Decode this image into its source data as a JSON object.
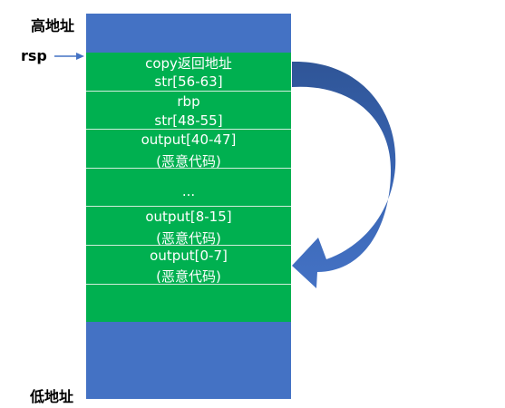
{
  "labels": {
    "high_address": "高地址",
    "low_address": "低地址",
    "rsp": "rsp"
  },
  "cells": {
    "return_copy": "copy返回地址",
    "str_56_63": "str[56-63]",
    "rbp": "rbp",
    "str_48_55": "str[48-55]",
    "output_40_47": "output[40-47]",
    "malicious_1": "(恶意代码)",
    "ellipsis": "...",
    "output_8_15": "output[8-15]",
    "malicious_2": "(恶意代码)",
    "output_0_7": "output[0-7]",
    "malicious_3": "(恶意代码)"
  },
  "colors": {
    "blue": "#4472c4",
    "green": "#00b050",
    "arrow_dark": "#2f5597",
    "arrow_light": "#4472c4",
    "rsp_arrow": "#4472c4"
  }
}
